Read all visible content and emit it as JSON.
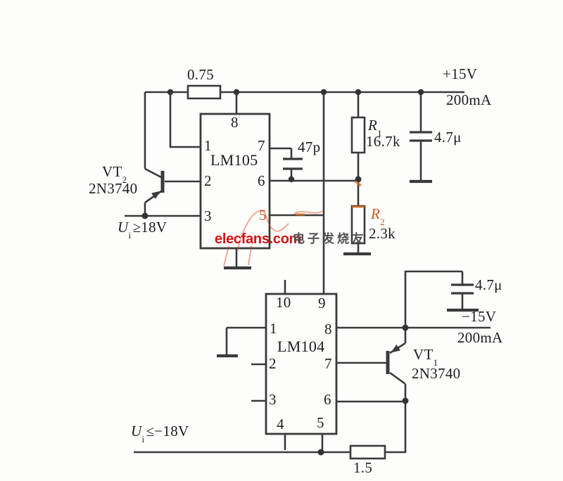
{
  "schematic": {
    "title_hint": "±15V tracking regulated power supply",
    "ics": {
      "lm105": {
        "name": "LM105",
        "pins": {
          "p8": "8",
          "p1": "1",
          "p2": "2",
          "p3": "3",
          "p7": "7",
          "p6": "6",
          "p5": "5"
        }
      },
      "lm104": {
        "name": "LM104",
        "pins": {
          "p10": "10",
          "p9": "9",
          "p1": "1",
          "p2": "2",
          "p3": "3",
          "p4": "4",
          "p5": "5",
          "p6": "6",
          "p7": "7",
          "p8": "8"
        }
      }
    },
    "resistors": {
      "r_series_pos": {
        "value": "0.75"
      },
      "r1": {
        "ref": "R",
        "sub": "1",
        "value": "16.7k"
      },
      "r2": {
        "ref": "R",
        "sub": "2",
        "value": "2.3k"
      },
      "r_series_neg": {
        "value": "1.5"
      }
    },
    "capacitors": {
      "c_comp": {
        "value": "47p"
      },
      "c_out_pos": {
        "value": "4.7μ"
      },
      "c_out_neg": {
        "value": "4.7μ"
      }
    },
    "transistors": {
      "vt2": {
        "ref": "VT",
        "sub": "2",
        "part": "2N3740"
      },
      "vt1": {
        "ref": "VT",
        "sub": "1",
        "part": "2N3740"
      }
    },
    "rails": {
      "pos_out": {
        "voltage": "+15V",
        "current": "200mA"
      },
      "neg_out": {
        "voltage": "−15V",
        "current": "200mA"
      },
      "pos_in": {
        "sym": "U",
        "sub": "i",
        "cond": "≥18V"
      },
      "neg_in": {
        "sym": "U",
        "sub": "i",
        "cond": "≤−18V"
      }
    },
    "colors": {
      "line": "#3a3a3a",
      "watermark_red": "#d41212",
      "annotation_orange": "#c9581f"
    }
  },
  "watermark": {
    "brand": "elecfans.com",
    "cjk": "电子发烧友"
  }
}
